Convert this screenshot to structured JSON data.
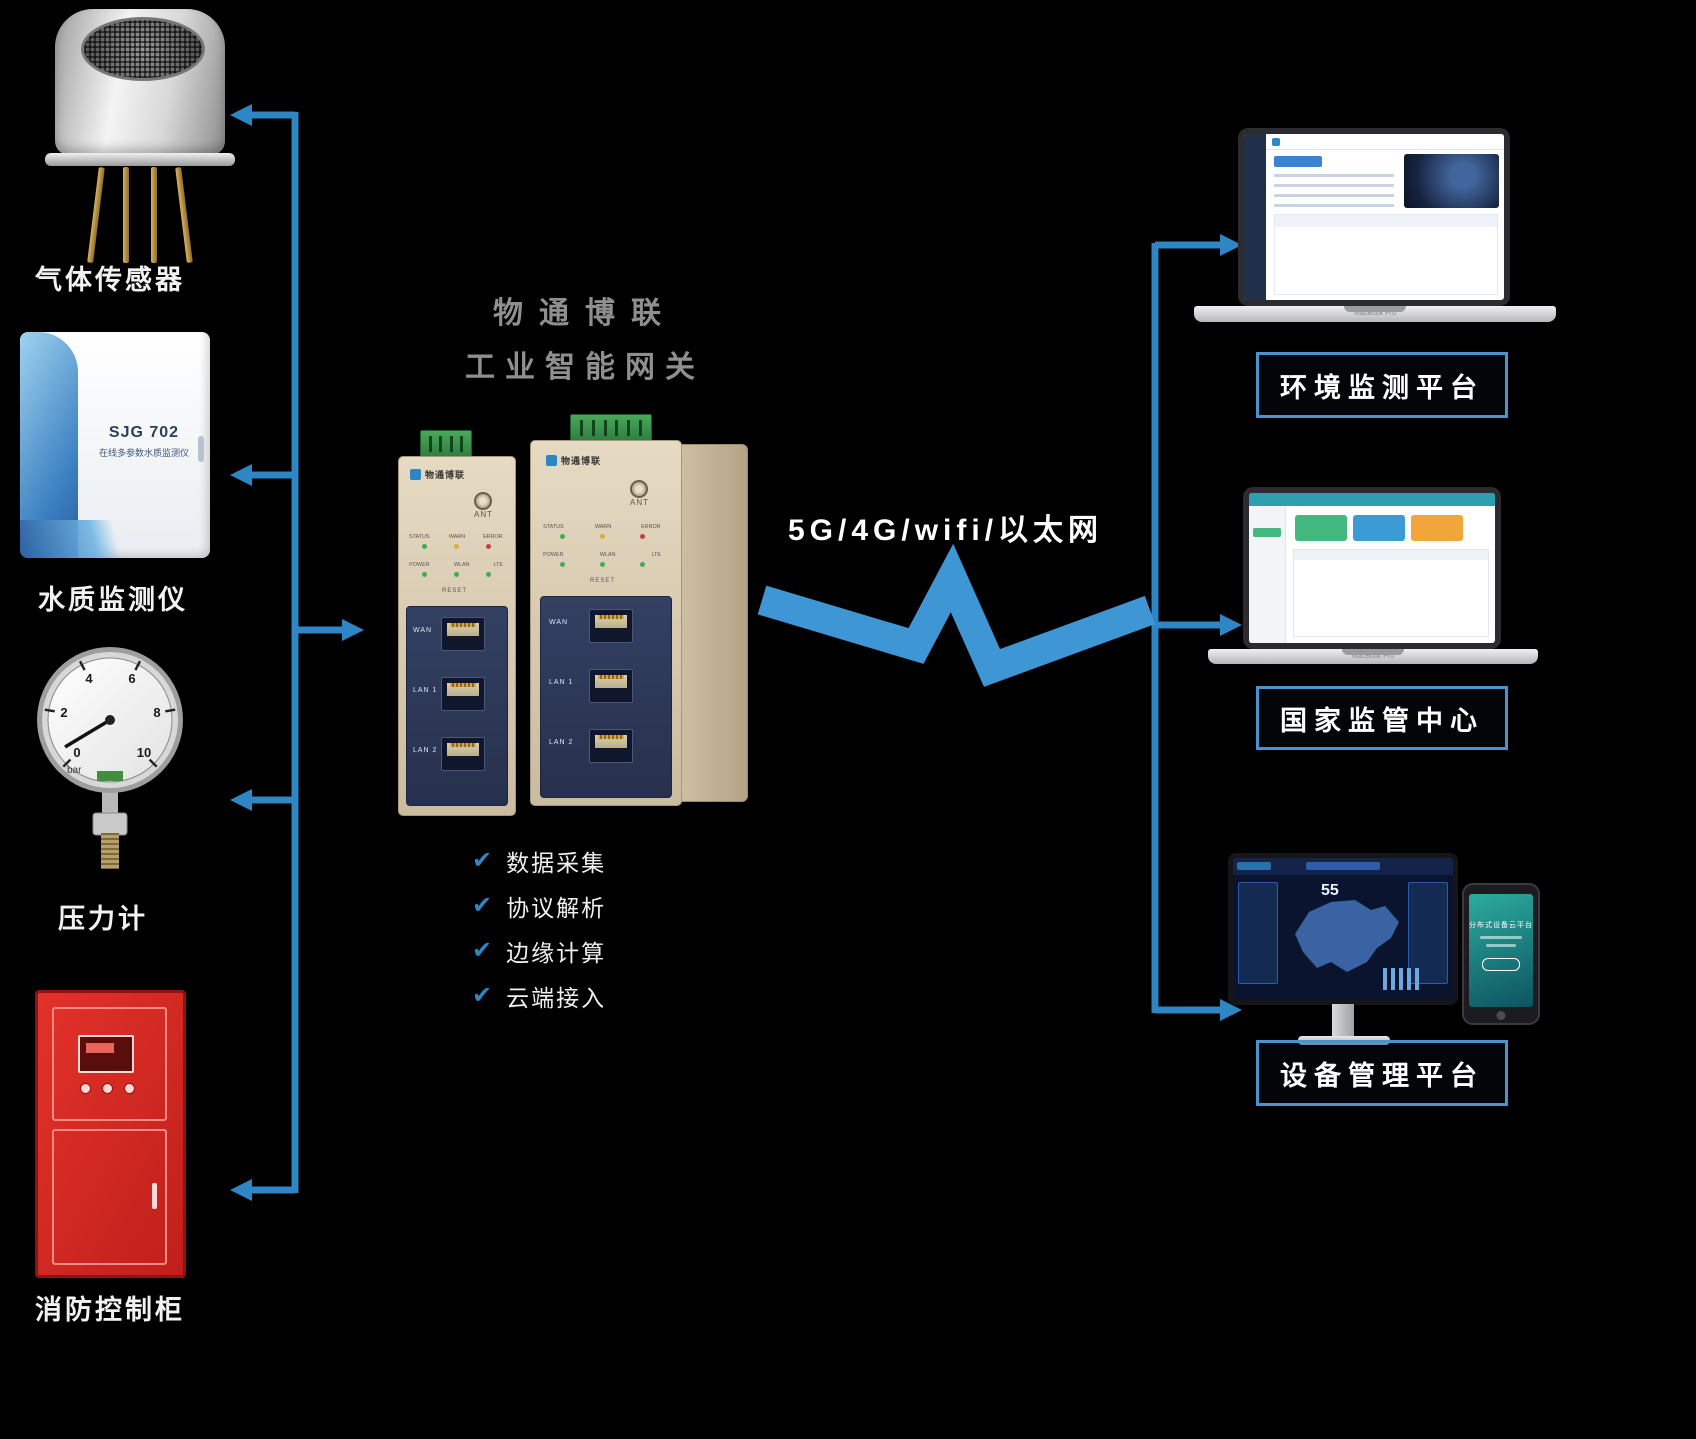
{
  "title": {
    "line1": "物通博联",
    "line2": "工业智能网关"
  },
  "connection": {
    "label": "5G/4G/wifi/以太网"
  },
  "devices": [
    {
      "label": "气体传感器"
    },
    {
      "label": "水质监测仪"
    },
    {
      "label": "压力计"
    },
    {
      "label": "消防控制柜"
    }
  ],
  "water_monitor": {
    "model": "SJG 702",
    "name": "在线多参数水质监测仪"
  },
  "pressure_gauge": {
    "numbers": [
      "0",
      "2",
      "4",
      "6",
      "8",
      "10"
    ],
    "unit": "bar"
  },
  "features": [
    {
      "text": "数据采集"
    },
    {
      "text": "协议解析"
    },
    {
      "text": "边缘计算"
    },
    {
      "text": "云端接入"
    }
  ],
  "gateway": {
    "brand": "物通博联",
    "ant": "ANT",
    "leds_row1": [
      "STATUS",
      "WARN",
      "ERROR"
    ],
    "leds_row2": [
      "POWER",
      "WLAN",
      "LTE"
    ],
    "reset": "RESET",
    "ports": [
      "WAN",
      "LAN 1",
      "LAN 2"
    ]
  },
  "platforms": [
    {
      "label": "环境监测平台"
    },
    {
      "label": "国家监管中心"
    },
    {
      "label": "设备管理平台"
    }
  ],
  "laptop_base_label": "MacBook Pro",
  "monitor": {
    "stat": "55"
  },
  "phone": {
    "title": "分布式设备云平台"
  },
  "colors": {
    "line": "#2e86c4",
    "box_border": "#4a93cc",
    "accent": "#3e96d4"
  }
}
